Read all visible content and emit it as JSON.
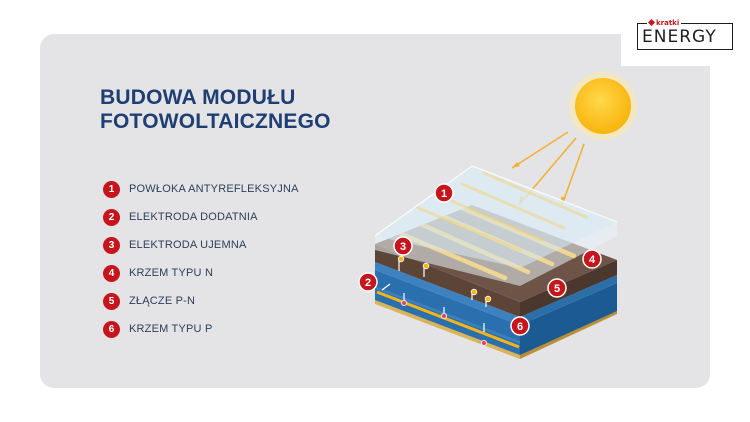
{
  "logo": {
    "brand": "kratki",
    "word": "ENERGY"
  },
  "title": {
    "line1": "BUDOWA MODUŁU",
    "line2": "FOTOWOLTAICZNEGO"
  },
  "legend": [
    {
      "number": "1",
      "label": "POWŁOKA ANTYREFLEKSYJNA"
    },
    {
      "number": "2",
      "label": "ELEKTRODA DODATNIA"
    },
    {
      "number": "3",
      "label": "ELEKTRODA UJEMNA"
    },
    {
      "number": "4",
      "label": "KRZEM TYPU N"
    },
    {
      "number": "5",
      "label": "ZŁĄCZE P-N"
    },
    {
      "number": "6",
      "label": "KRZEM TYPU P"
    }
  ],
  "markers": [
    "1",
    "2",
    "3",
    "4",
    "5",
    "6"
  ],
  "colors": {
    "card": "#e4e4e6",
    "title": "#1f3f73",
    "badge": "#c4161c",
    "sun": "#fbc316",
    "electrode": "#f6b418",
    "brown_layer": "#6e5446",
    "blue_layer": "#1d5d96"
  }
}
